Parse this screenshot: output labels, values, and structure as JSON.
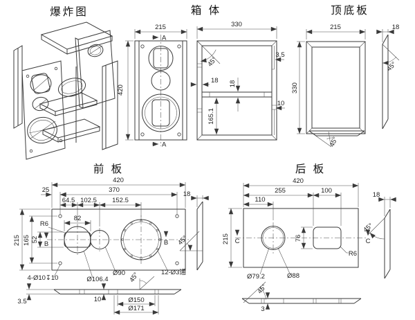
{
  "page": {
    "background": "#ffffff"
  },
  "views": {
    "exploded": {
      "title": "爆炸图"
    },
    "cabinet": {
      "title": "箱 体",
      "front": {
        "width": "215",
        "height": "420",
        "section_label": "A"
      },
      "section": {
        "depth": "330",
        "bevel_angle": "45°",
        "back_recess": "3.5",
        "wall_thickness": "18",
        "shelf_thickness": "18",
        "shelf_height": "165.1",
        "port_depth": "10"
      }
    },
    "top_bottom_plate": {
      "title": "顶底板",
      "width": "215",
      "height": "330",
      "thickness": "18",
      "side_bevel": "45°",
      "end_bevel": "45°"
    },
    "front_panel": {
      "title": "前 板",
      "top_dims": {
        "overall": "420",
        "inner": "370",
        "edge_offset": "25",
        "s1": "64.5",
        "s2": "102.5",
        "s3": "152.5"
      },
      "left_dims": {
        "height": "215",
        "h1": "165",
        "h2": "52"
      },
      "cutout": {
        "width": "82",
        "radius": "R6"
      },
      "section_label": "B",
      "thickness": "18",
      "side_bevel": "45°",
      "callouts": {
        "mount_holes": "4-Ø10↧10",
        "mid_ring": "Ø106.4",
        "mid_hole": "Ø90",
        "screw_holes": "12-Ø3通"
      },
      "bottom": {
        "edge": "3.5",
        "depth": "10",
        "bevel": "45°",
        "rebate": "Ø150",
        "opening": "Ø171"
      }
    },
    "back_panel": {
      "title": "后 板",
      "top_dims": {
        "overall": "420",
        "d1": "255",
        "d2": "110",
        "d3": "100"
      },
      "left_dims": {
        "height": "215"
      },
      "cutout": {
        "height": "76",
        "radius": "R6"
      },
      "section_label": "C",
      "thickness": "18",
      "side_bevel": "45°",
      "callouts": {
        "hole": "Ø79.2",
        "rebate": "Ø88"
      },
      "bottom": {
        "bevel": "45°",
        "edge": "3"
      }
    }
  }
}
